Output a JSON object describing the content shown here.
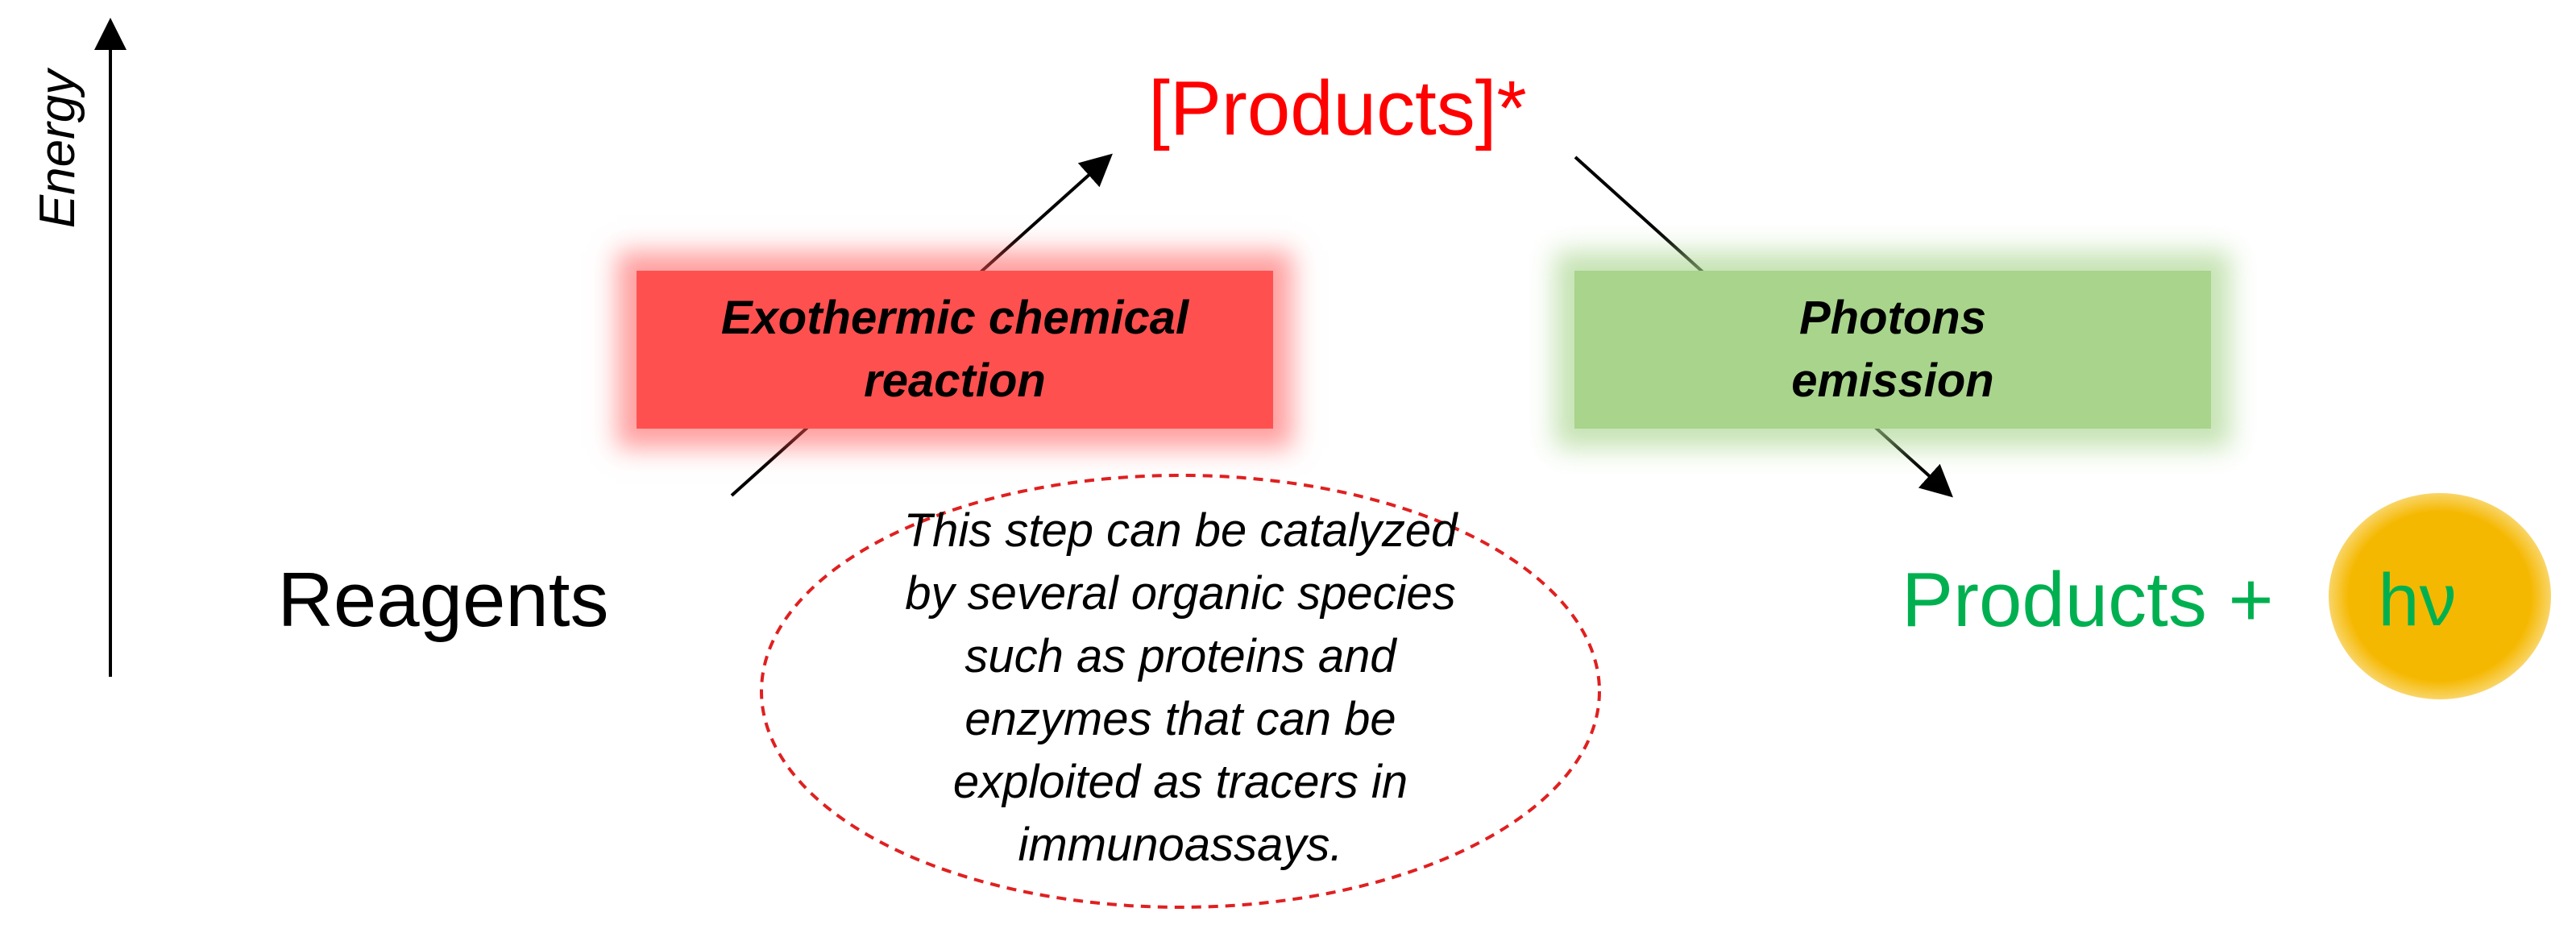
{
  "axis": {
    "label": "Energy"
  },
  "excited_products": {
    "label": "[Products]*",
    "color": "#ff0000"
  },
  "reagents": {
    "label": "Reagents"
  },
  "reaction_box": {
    "label": "Exothermic chemical\nreaction",
    "color": "#ff5050"
  },
  "photons_box": {
    "label": "Photons\nemission",
    "color": "#a8d48c"
  },
  "note": {
    "text": "This step can be catalyzed\nby several organic species\nsuch as proteins and\nenzymes that can be\nexploited as tracers in\nimmunoassays.",
    "border_color": "#e02020"
  },
  "products_out": {
    "label": "Products +",
    "color": "#00b050"
  },
  "photon": {
    "label": "hν",
    "color": "#00b050",
    "glow_color": "#f5b800"
  }
}
